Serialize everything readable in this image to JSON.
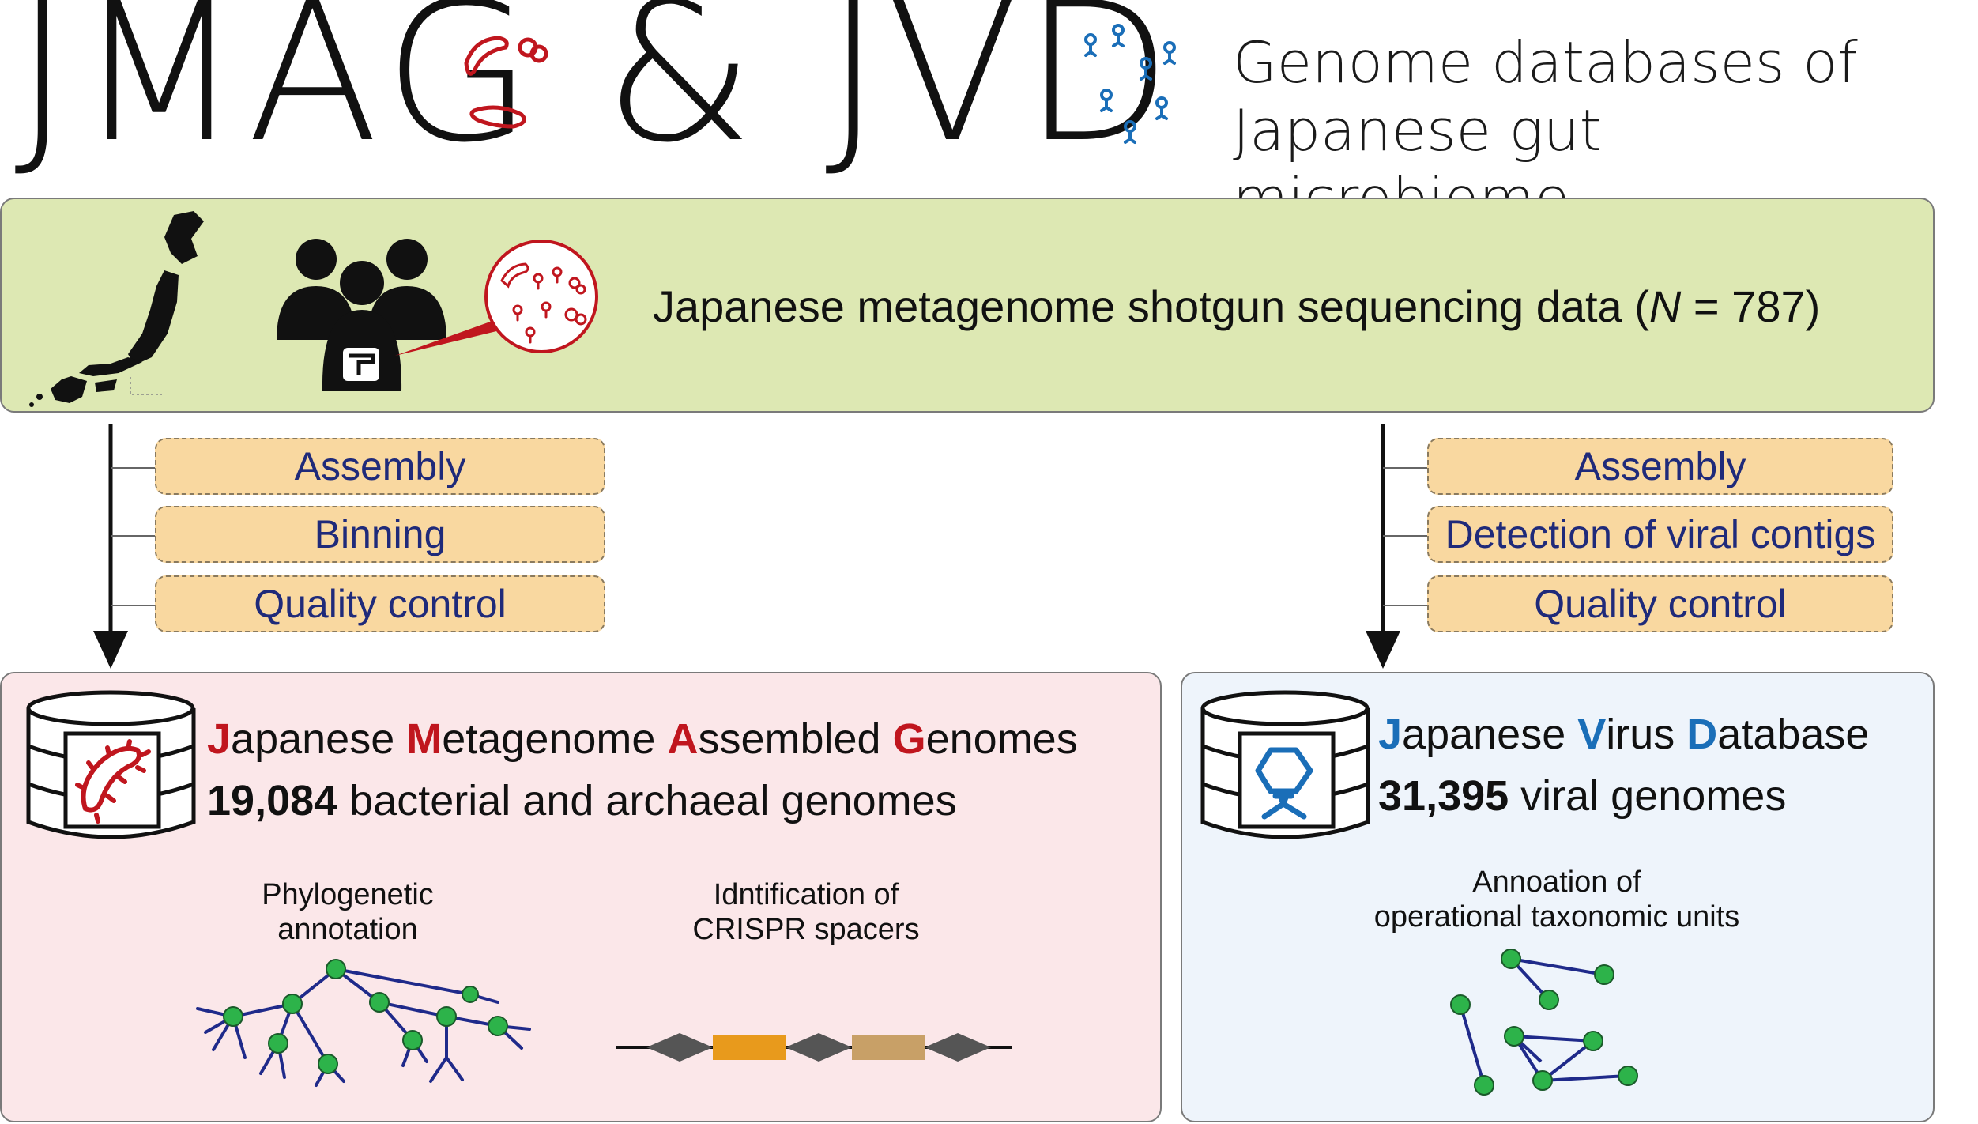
{
  "header": {
    "title_part1": "JMA",
    "title_letter_g": "G",
    "title_amp": " & ",
    "title_part2": "JV",
    "title_letter_d": "D",
    "subtitle_line1": "Genome databases of",
    "subtitle_line2": "Japanese gut microbiome"
  },
  "source": {
    "text_prefix": "Japanese metagenome shotgun sequencing data (",
    "text_n": "N",
    "text_suffix": " = 787)"
  },
  "left_pipeline": [
    "Assembly",
    "Binning",
    "Quality control"
  ],
  "right_pipeline": [
    "Assembly",
    "Detection of viral contigs",
    "Quality control"
  ],
  "jmag": {
    "name_parts": [
      {
        "initial": "J",
        "rest": "apanese "
      },
      {
        "initial": "M",
        "rest": "etagenome "
      },
      {
        "initial": "A",
        "rest": "ssembled "
      },
      {
        "initial": "G",
        "rest": "enomes"
      }
    ],
    "count": "19,084",
    "count_label": " bacterial and archaeal genomes",
    "feature1_line1": "Phylogenetic",
    "feature1_line2": "annotation",
    "feature2_line1": "Idntification of",
    "feature2_line2": "CRISPR spacers"
  },
  "jvd": {
    "name_parts": [
      {
        "initial": "J",
        "rest": "apanese "
      },
      {
        "initial": "V",
        "rest": "irus "
      },
      {
        "initial": "D",
        "rest": "atabase"
      }
    ],
    "count": "31,395",
    "count_label": " viral genomes",
    "feature1_line1": "Annoation of",
    "feature1_line2": "operational taxonomic units"
  },
  "colors": {
    "accent_red": "#c0161e",
    "accent_blue": "#1a6eb8",
    "source_bg": "#dde8b3",
    "step_bg": "#f9d8a0",
    "jmag_bg": "#fbe7e9",
    "jvd_bg": "#eef4fb",
    "node_green": "#2db34a",
    "edge_navy": "#1f2a8a"
  },
  "icons": {
    "japan_map": "japan-map-icon",
    "people": "people-group-icon",
    "microbe_bubble": "microbe-bubble-icon",
    "database": "database-icon",
    "bacterium": "bacterium-icon",
    "virus": "virus-icon",
    "tree": "phylogenetic-tree-icon",
    "crispr": "crispr-array-icon",
    "network": "otu-network-icon"
  }
}
